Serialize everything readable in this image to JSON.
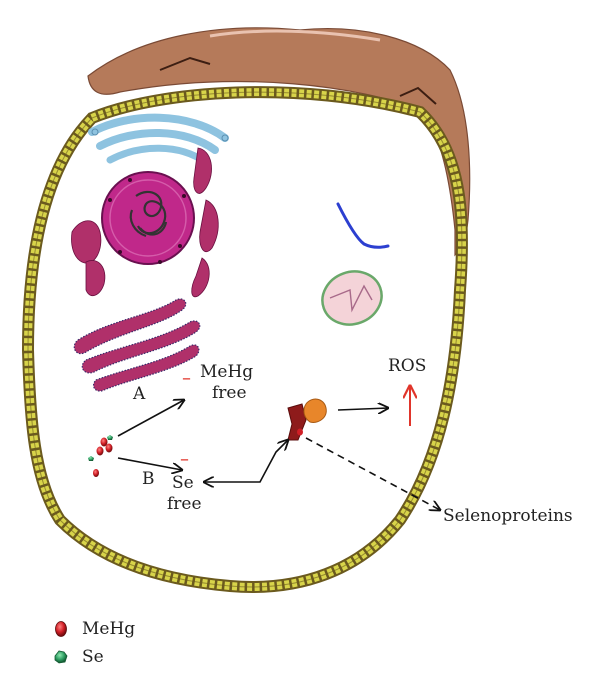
{
  "labels": {
    "meHg_free_line1": "MeHg",
    "meHg_free_line2": "free",
    "se_free_line1": "Se",
    "se_free_line2": "free",
    "path_a": "A",
    "path_b": "B",
    "ros": "ROS",
    "selenoproteins": "Selenoproteins",
    "minus_sign": "–"
  },
  "legend": {
    "items": [
      {
        "label": "MeHg",
        "symbol": "red-drop-icon"
      },
      {
        "label": "Se",
        "symbol": "green-blob-icon"
      }
    ]
  },
  "colors": {
    "membrane": "#d8d44a",
    "membrane_outline": "#6b5a1e",
    "cytoplasm_cap": "#b57a5a",
    "nucleus": "#c0288a",
    "golgi": "#8ec3e0",
    "er": "#b0306a",
    "mito": "#f4d3d8",
    "mito_outline": "#6aa86a",
    "filament": "#2c3fd0",
    "arrow_ros": "#e0352b",
    "meHg_red": "#d01f26",
    "se_green": "#2fa064"
  }
}
